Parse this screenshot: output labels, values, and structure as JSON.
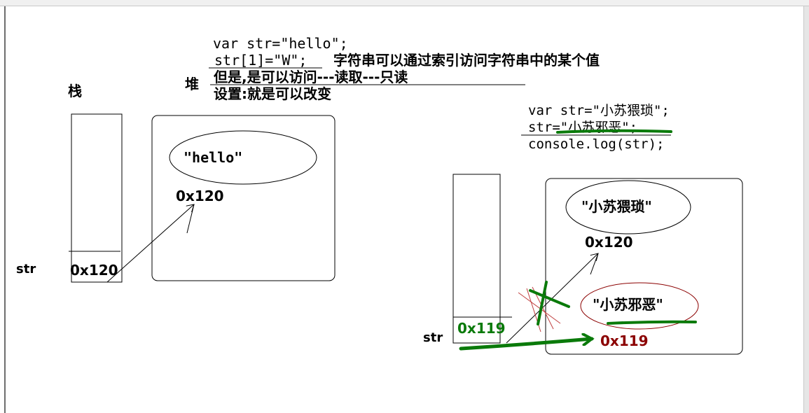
{
  "left_diagram": {
    "stack_label": "栈",
    "heap_label": "堆",
    "var_name": "str",
    "stack_value": "0x120",
    "heap_string": "\"hello\"",
    "heap_address": "0x120"
  },
  "notes": {
    "line1": "var str=\"hello\";",
    "line2_code": "str[1]=\"W\";",
    "line2_text": "字符串可以通过索引访问字符串中的某个值",
    "line3": "但是,是可以访问---读取---只读",
    "line4": "设置:就是可以改变"
  },
  "right_code": {
    "line1": "var str=\"小苏猥琐\";",
    "line2": "str=\"小苏邪恶\";",
    "line3": "console.log(str);"
  },
  "right_diagram": {
    "var_name": "str",
    "stack_value": "0x119",
    "heap_string1": "\"小苏猥琐\"",
    "heap_address1": "0x120",
    "heap_string2": "\"小苏邪恶\"",
    "heap_address2": "0x119"
  },
  "colors": {
    "ink": "#000000",
    "green": "#0a7a0a",
    "dark_red": "#8b0000",
    "red_thin": "#c04040",
    "frame": "#6e6e6e"
  }
}
